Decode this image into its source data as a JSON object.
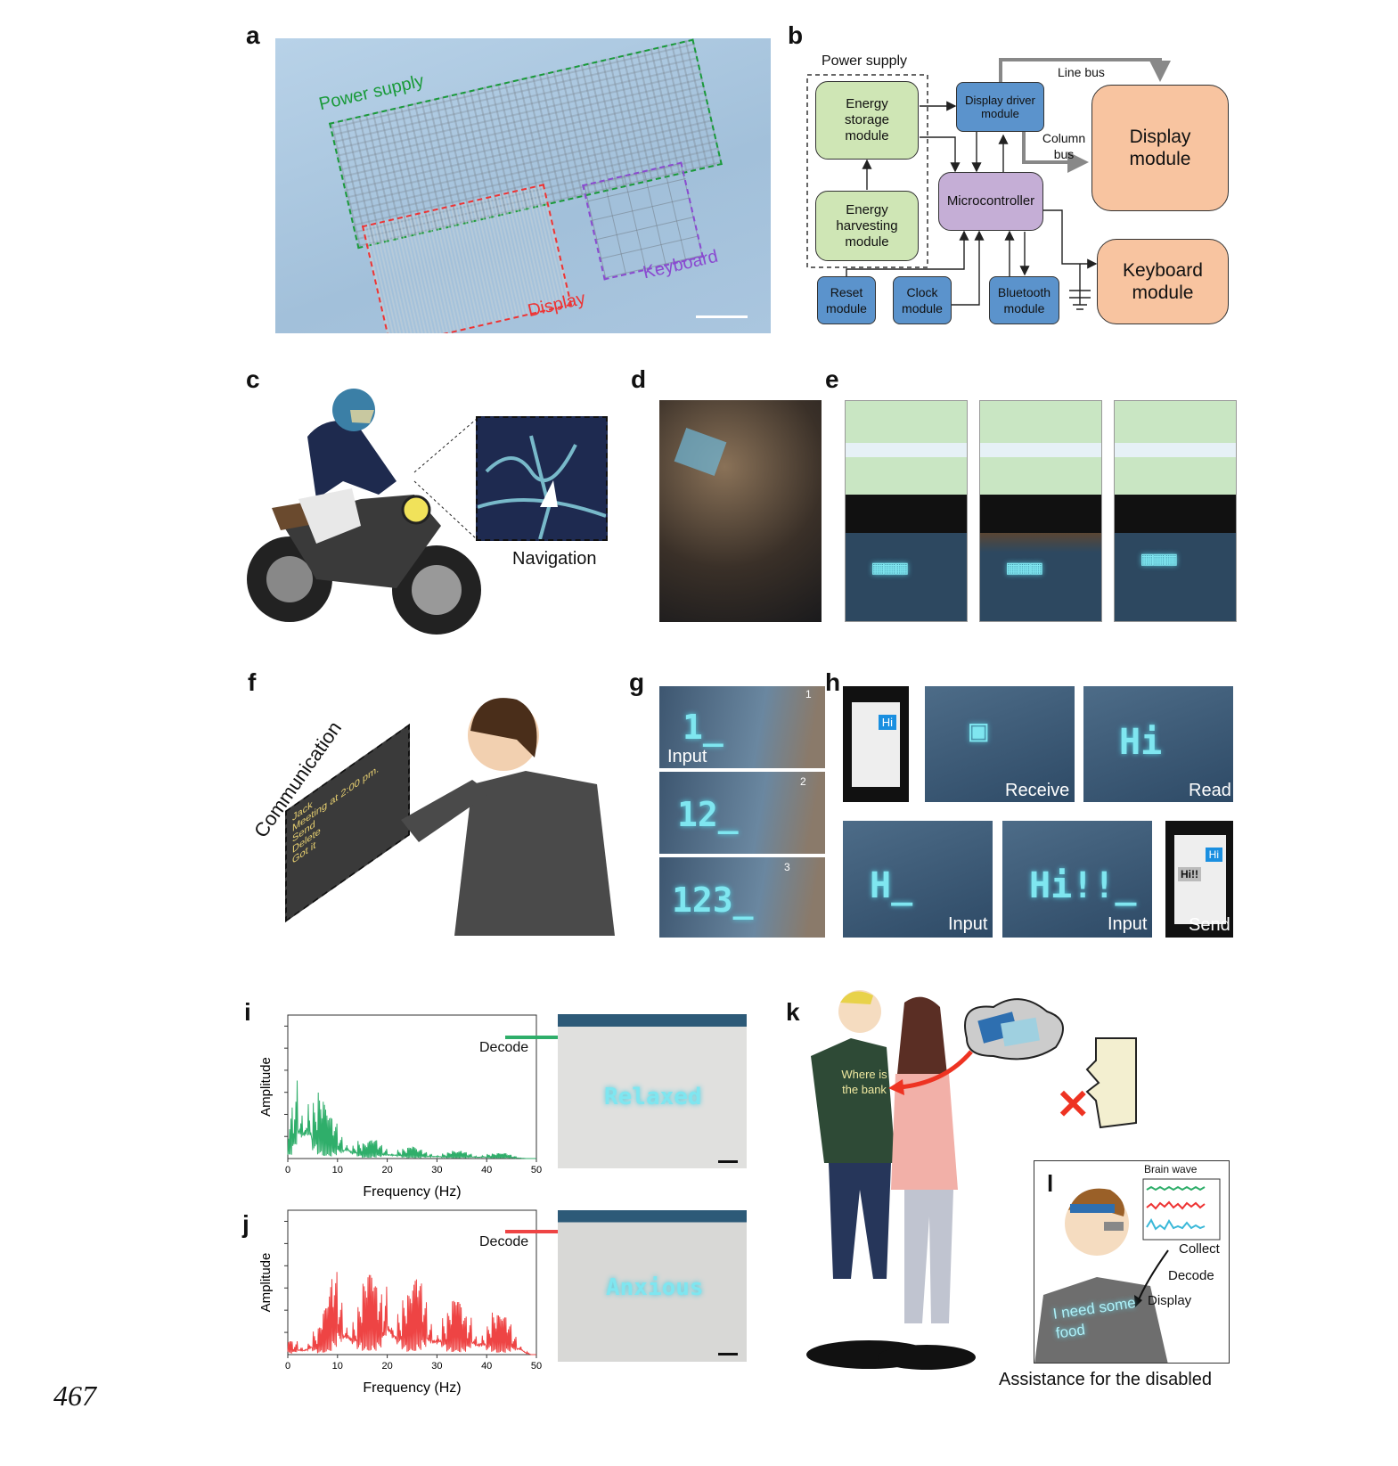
{
  "panel_labels": {
    "a": "a",
    "b": "b",
    "c": "c",
    "d": "d",
    "e": "e",
    "f": "f",
    "g": "g",
    "h": "h",
    "i": "i",
    "j": "j",
    "k": "k",
    "l": "l"
  },
  "panel_a": {
    "power_supply": "Power supply",
    "display": "Display",
    "keyboard": "Keyboard"
  },
  "panel_b": {
    "power_supply": "Power supply",
    "energy_storage": "Energy storage module",
    "energy_harvesting": "Energy harvesting module",
    "display_driver": "Display driver module",
    "microcontroller": "Microcontroller",
    "display_module": "Display module",
    "keyboard_module": "Keyboard module",
    "reset": "Reset module",
    "clock": "Clock module",
    "bluetooth": "Bluetooth module",
    "line_bus": "Line bus",
    "column_bus": "Column bus"
  },
  "panel_c": {
    "navigation": "Navigation"
  },
  "panel_f": {
    "communication": "Communication",
    "screen_items": [
      "Jack",
      "Meeting at 2:00 pm.",
      "Send",
      "Delete",
      "Got it"
    ]
  },
  "panel_g": {
    "frames": [
      {
        "digits": "1_",
        "step": "1",
        "label": "Input"
      },
      {
        "digits": "12_",
        "step": "2"
      },
      {
        "digits": "123_",
        "step": "3"
      }
    ]
  },
  "panel_h": {
    "phone_msg": "Hi",
    "receive": "Receive",
    "read": "Read",
    "read_text": "Hi",
    "input1_text": "H_",
    "input1": "Input",
    "input2_text": "Hi!!_",
    "input2": "Input",
    "send": "Send",
    "send_msgs": [
      "Hi",
      "Hi!!"
    ]
  },
  "panel_i": {
    "decode": "Decode",
    "shirt_text": "Relaxed"
  },
  "panel_j": {
    "decode": "Decode",
    "shirt_text": "Anxious"
  },
  "panel_k": {
    "shirt_text": "Where is the bank"
  },
  "panel_l": {
    "brain_wave": "Brain wave",
    "collect": "Collect",
    "decode": "Decode",
    "display": "Display",
    "shirt_text": "I need some food",
    "caption": "Assistance for the disabled"
  },
  "page_number": "467",
  "colors": {
    "green_series": "#2fae6a",
    "red_series": "#ee4444",
    "fabric": "#a9c6de"
  },
  "chart_data": [
    {
      "type": "line",
      "panel": "i",
      "xlabel": "Frequency (Hz)",
      "ylabel": "Amplitude",
      "xlim": [
        0,
        50
      ],
      "ylim": [
        0,
        1.1
      ],
      "xticks": [
        0,
        10,
        20,
        30,
        40,
        50
      ],
      "series": [
        {
          "name": "Relaxed",
          "color": "#2fae6a",
          "x": [
            0,
            1,
            2,
            3,
            4,
            5,
            6,
            7,
            8,
            9,
            10,
            11,
            12,
            13,
            14,
            15,
            16,
            17,
            18,
            19,
            20,
            21,
            22,
            23,
            24,
            25,
            26,
            27,
            28,
            29,
            30,
            31,
            32,
            33,
            34,
            35,
            36,
            37,
            38,
            39,
            40,
            41,
            42,
            43,
            44,
            45,
            46,
            47,
            48,
            49,
            50
          ],
          "values": [
            0.2,
            0.45,
            0.9,
            0.75,
            1.0,
            0.6,
            0.55,
            0.45,
            0.35,
            0.3,
            0.3,
            0.25,
            0.28,
            0.2,
            0.18,
            0.12,
            0.12,
            0.15,
            0.14,
            0.12,
            0.13,
            0.1,
            0.12,
            0.09,
            0.08,
            0.1,
            0.07,
            0.07,
            0.06,
            0.07,
            0.06,
            0.06,
            0.05,
            0.06,
            0.05,
            0.06,
            0.05,
            0.05,
            0.04,
            0.05,
            0.05,
            0.04,
            0.04,
            0.04,
            0.04,
            0.03,
            0.02,
            0.01,
            0,
            0,
            0
          ]
        }
      ]
    },
    {
      "type": "line",
      "panel": "j",
      "xlabel": "Frequency (Hz)",
      "ylabel": "Amplitude",
      "xlim": [
        0,
        50
      ],
      "ylim": [
        0,
        1.1
      ],
      "xticks": [
        0,
        10,
        20,
        30,
        40,
        50
      ],
      "series": [
        {
          "name": "Anxious",
          "color": "#ee4444",
          "x": [
            0,
            1,
            2,
            3,
            4,
            5,
            6,
            7,
            8,
            9,
            10,
            11,
            12,
            13,
            14,
            15,
            16,
            17,
            18,
            19,
            20,
            21,
            22,
            23,
            24,
            25,
            26,
            27,
            28,
            29,
            30,
            31,
            32,
            33,
            34,
            35,
            36,
            37,
            38,
            39,
            40,
            41,
            42,
            43,
            44,
            45,
            46,
            47,
            48,
            49,
            50
          ],
          "values": [
            0.15,
            0.1,
            0.15,
            0.12,
            0.18,
            0.25,
            0.2,
            0.3,
            0.4,
            0.6,
            0.72,
            0.6,
            0.55,
            0.5,
            0.45,
            0.55,
            0.6,
            0.62,
            0.5,
            0.55,
            0.95,
            0.6,
            0.55,
            0.5,
            0.45,
            0.5,
            0.6,
            0.55,
            0.5,
            0.45,
            0.4,
            0.45,
            0.35,
            0.4,
            0.45,
            0.35,
            0.3,
            0.4,
            0.3,
            0.35,
            0.3,
            0.35,
            0.3,
            0.3,
            0.28,
            0.25,
            0.2,
            0.15,
            0.05,
            0,
            0
          ]
        }
      ]
    }
  ]
}
